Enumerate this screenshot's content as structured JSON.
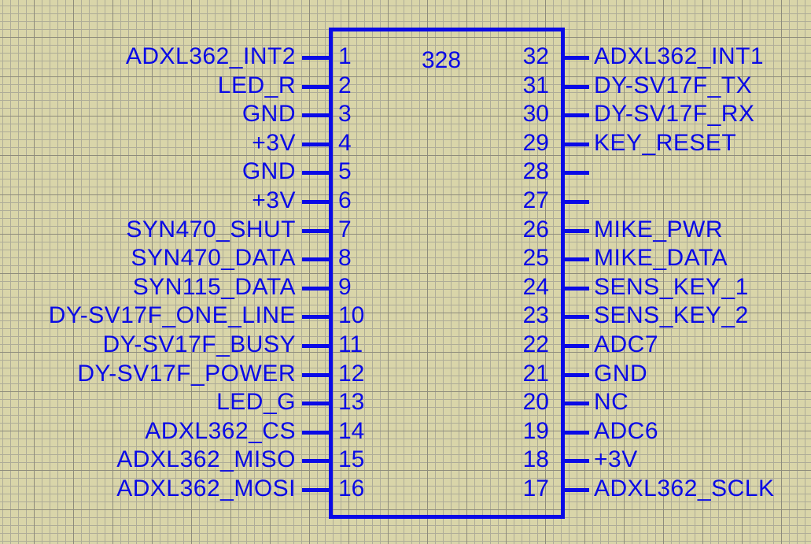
{
  "component": {
    "part_label": "328",
    "color": "#0a0ae6"
  },
  "left_pins": [
    {
      "num": "1",
      "label": "ADXL362_INT2"
    },
    {
      "num": "2",
      "label": "LED_R"
    },
    {
      "num": "3",
      "label": "GND"
    },
    {
      "num": "4",
      "label": "+3V"
    },
    {
      "num": "5",
      "label": "GND"
    },
    {
      "num": "6",
      "label": "+3V"
    },
    {
      "num": "7",
      "label": "SYN470_SHUT"
    },
    {
      "num": "8",
      "label": "SYN470_DATA"
    },
    {
      "num": "9",
      "label": "SYN115_DATA"
    },
    {
      "num": "10",
      "label": "DY-SV17F_ONE_LINE"
    },
    {
      "num": "11",
      "label": "DY-SV17F_BUSY"
    },
    {
      "num": "12",
      "label": "DY-SV17F_POWER"
    },
    {
      "num": "13",
      "label": "LED_G"
    },
    {
      "num": "14",
      "label": "ADXL362_CS"
    },
    {
      "num": "15",
      "label": "ADXL362_MISO"
    },
    {
      "num": "16",
      "label": "ADXL362_MOSI"
    }
  ],
  "right_pins": [
    {
      "num": "32",
      "label": "ADXL362_INT1"
    },
    {
      "num": "31",
      "label": "DY-SV17F_TX"
    },
    {
      "num": "30",
      "label": "DY-SV17F_RX"
    },
    {
      "num": "29",
      "label": "KEY_RESET"
    },
    {
      "num": "28",
      "label": ""
    },
    {
      "num": "27",
      "label": ""
    },
    {
      "num": "26",
      "label": "MIKE_PWR"
    },
    {
      "num": "25",
      "label": "MIKE_DATA"
    },
    {
      "num": "24",
      "label": "SENS_KEY_1"
    },
    {
      "num": "23",
      "label": "SENS_KEY_2"
    },
    {
      "num": "22",
      "label": "ADC7"
    },
    {
      "num": "21",
      "label": "GND"
    },
    {
      "num": "20",
      "label": "NC"
    },
    {
      "num": "19",
      "label": "ADC6"
    },
    {
      "num": "18",
      "label": "+3V"
    },
    {
      "num": "17",
      "label": "ADXL362_SCLK"
    }
  ]
}
